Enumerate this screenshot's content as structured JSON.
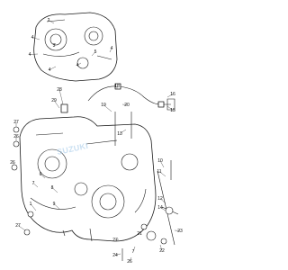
{
  "diagram": {
    "callouts": [
      "1",
      "2",
      "3",
      "4",
      "5",
      "6",
      "7",
      "8",
      "9",
      "10",
      "11",
      "12",
      "13",
      "14",
      "15",
      "16",
      "17",
      "18",
      "19",
      "20",
      "21",
      "22",
      "23",
      "24",
      "25",
      "26",
      "27",
      "28",
      "29"
    ],
    "watermark_text": "SUZUKI",
    "palette": {
      "line": "#1a1a1a",
      "background": "#ffffff",
      "watermark": "#9ec6e8"
    }
  }
}
